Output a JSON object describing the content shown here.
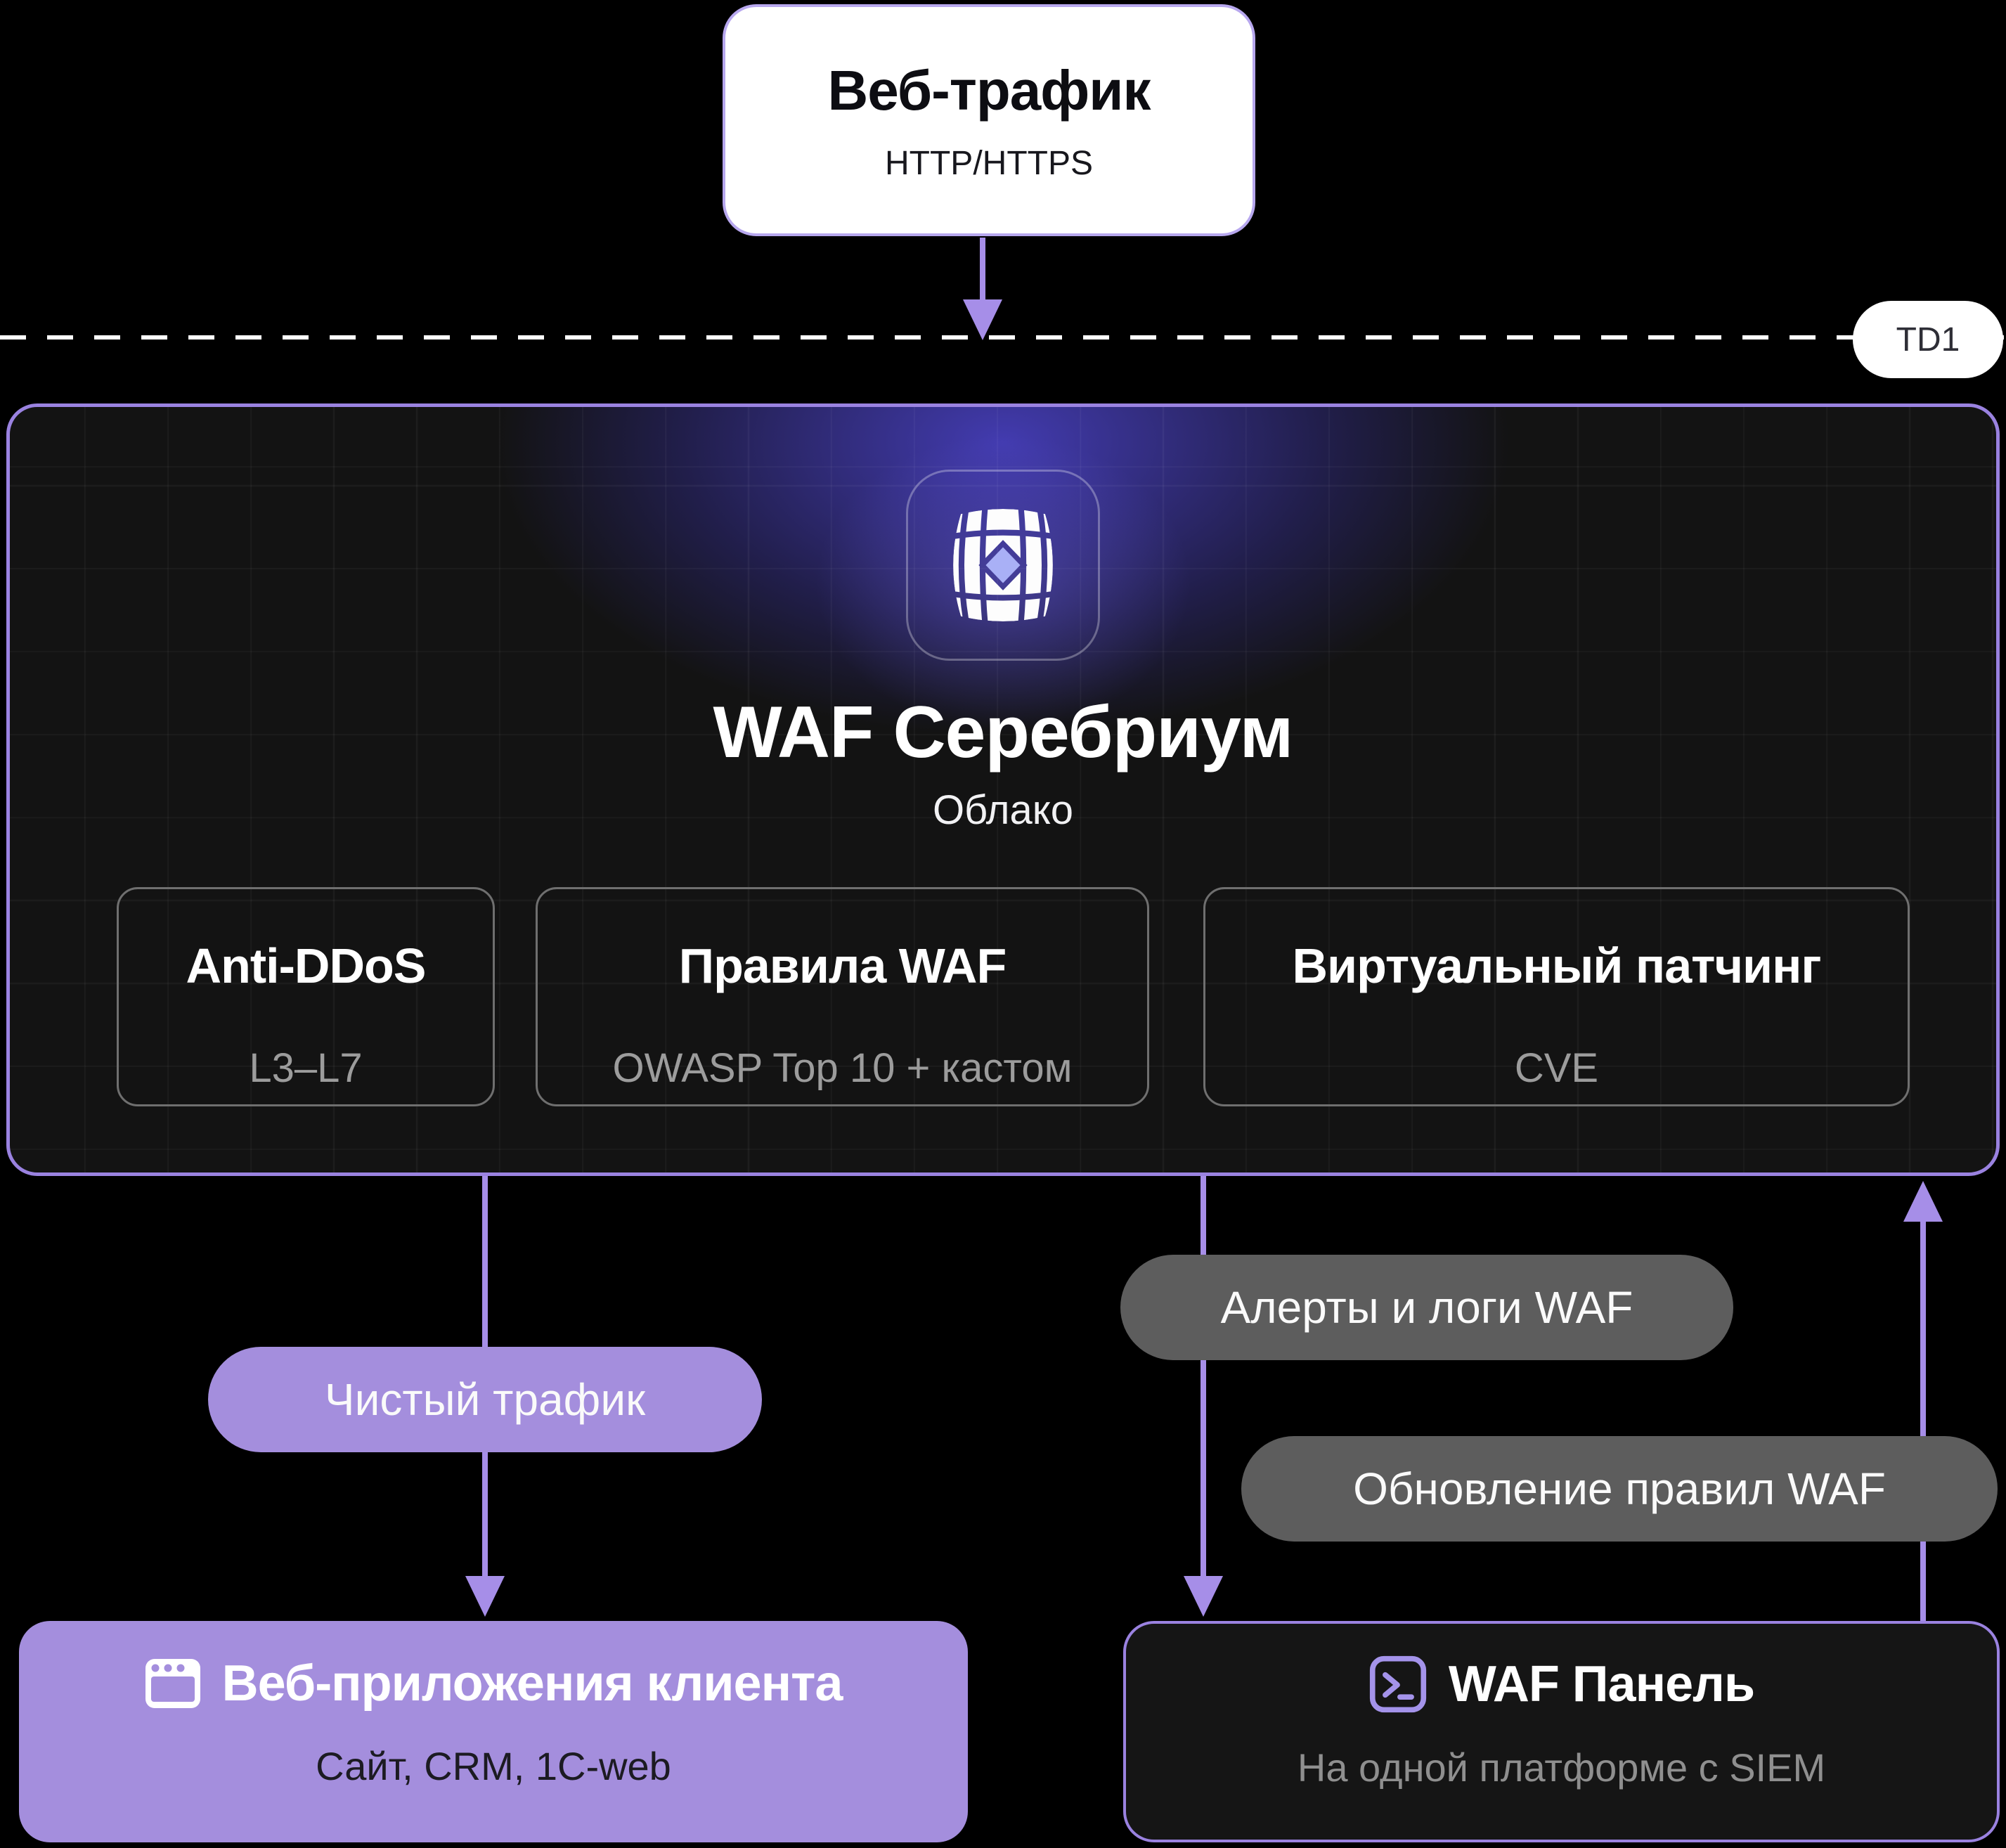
{
  "source": {
    "title": "Веб-трафик",
    "subtitle": "HTTP/HTTPS"
  },
  "boundary": {
    "label": "TD1"
  },
  "waf": {
    "title": "WAF Серебриум",
    "subtitle": "Облако",
    "icon": "waf-grid-icon",
    "features": [
      {
        "title": "Anti-DDoS",
        "subtitle": "L3–L7"
      },
      {
        "title": "Правила WAF",
        "subtitle": "OWASP Top 10 + кастом"
      },
      {
        "title": "Виртуальный патчинг",
        "subtitle": "CVE"
      }
    ]
  },
  "flows": {
    "clean_traffic": {
      "label": "Чистый трафик"
    },
    "alerts_logs": {
      "label": "Алерты и логи WAF"
    },
    "rules_update": {
      "label": "Обновление правил WAF"
    }
  },
  "client_apps": {
    "icon": "browser-window-icon",
    "title": "Веб-приложения клиента",
    "subtitle": "Сайт, CRM, 1C-web"
  },
  "waf_panel": {
    "icon": "terminal-icon",
    "title": "WAF Панель",
    "subtitle": "На одной платформе с SIEM"
  },
  "colors": {
    "accent_purple": "#a68ee8",
    "purple_fill": "#a48edd",
    "gray_pill": "#5d5d5d",
    "node_dark": "#131313",
    "glow_indigo": "#4d44d2",
    "diamond": "#a9b0f6",
    "background": "#000000"
  }
}
